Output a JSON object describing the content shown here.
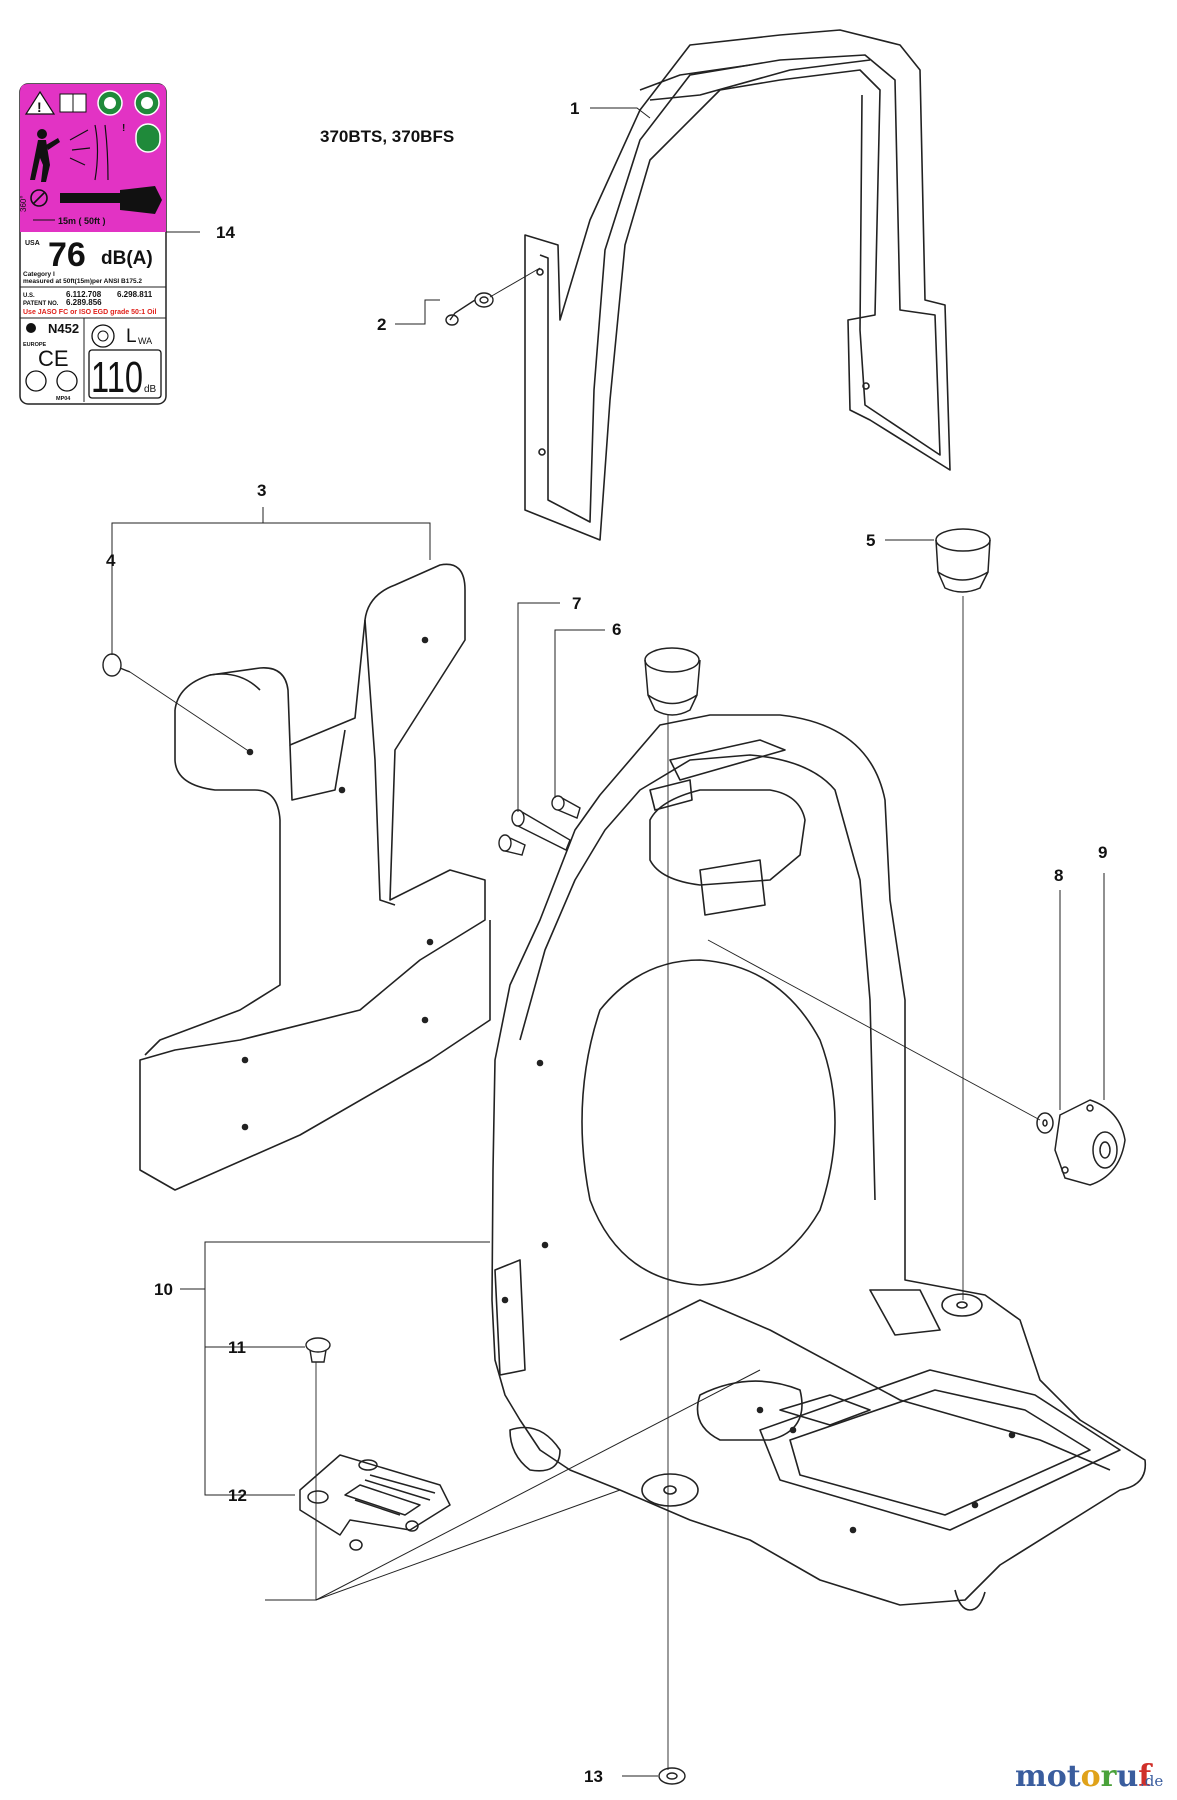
{
  "title": "370BTS, 370BFS",
  "callouts": [
    "1",
    "2",
    "3",
    "4",
    "5",
    "6",
    "7",
    "8",
    "9",
    "10",
    "11",
    "12",
    "13",
    "14"
  ],
  "label": {
    "usa": "USA",
    "db_value": "76",
    "db_unit": "dB(A)",
    "category_line1": "Category I",
    "category_line2": "measured at 50ft(15m)per ANSI B175.2",
    "us_label": "U.S.",
    "patent_label": "PATENT NO.",
    "patent_1": "6.112.708",
    "patent_2": "6.298.811",
    "patent_3": "6.289.856",
    "oil_note": "Use JASO FC or ISO EGD grade 50:1 Oil",
    "n452": "N452",
    "europe": "EUROPE",
    "ce": "CE",
    "lwa": "L",
    "lwa_sub": "WA",
    "lwa_value": "110",
    "lwa_unit": "dB",
    "distance": "15m ( 50ft )",
    "angle": "360°",
    "mp04": "MP04",
    "accent_color": "#e233c4"
  },
  "watermark": {
    "m": "m",
    "o1": "o",
    "t": "t",
    "o2": "o",
    "r": "r",
    "u": "u",
    "f": "f",
    "de": ".de"
  }
}
